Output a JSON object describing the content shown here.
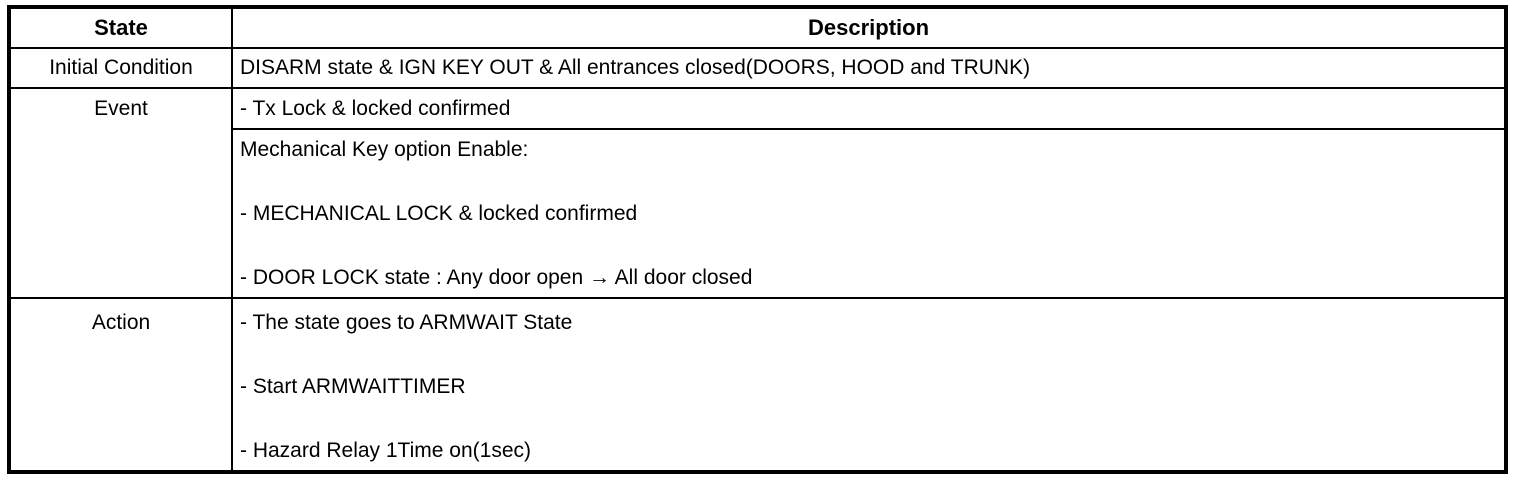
{
  "colors": {
    "border": "#000000",
    "background": "#ffffff",
    "text": "#000000"
  },
  "table": {
    "headers": {
      "state": "State",
      "description": "Description"
    },
    "rows": [
      {
        "state": "Initial Condition",
        "lines": [
          "DISARM state & IGN KEY OUT & All entrances closed(DOORS, HOOD and TRUNK)"
        ]
      },
      {
        "state": "Event",
        "subrows": [
          {
            "lines": [
              "- Tx Lock & locked confirmed"
            ]
          },
          {
            "lines": [
              "Mechanical Key option Enable:",
              "- MECHANICAL LOCK & locked confirmed",
              "- DOOR LOCK state : Any door open → All door closed"
            ]
          }
        ]
      },
      {
        "state": "Action",
        "lines": [
          "- The state goes to ARMWAIT State",
          "- Start ARMWAITTIMER",
          "- Hazard Relay 1Time on(1sec)"
        ]
      }
    ]
  }
}
